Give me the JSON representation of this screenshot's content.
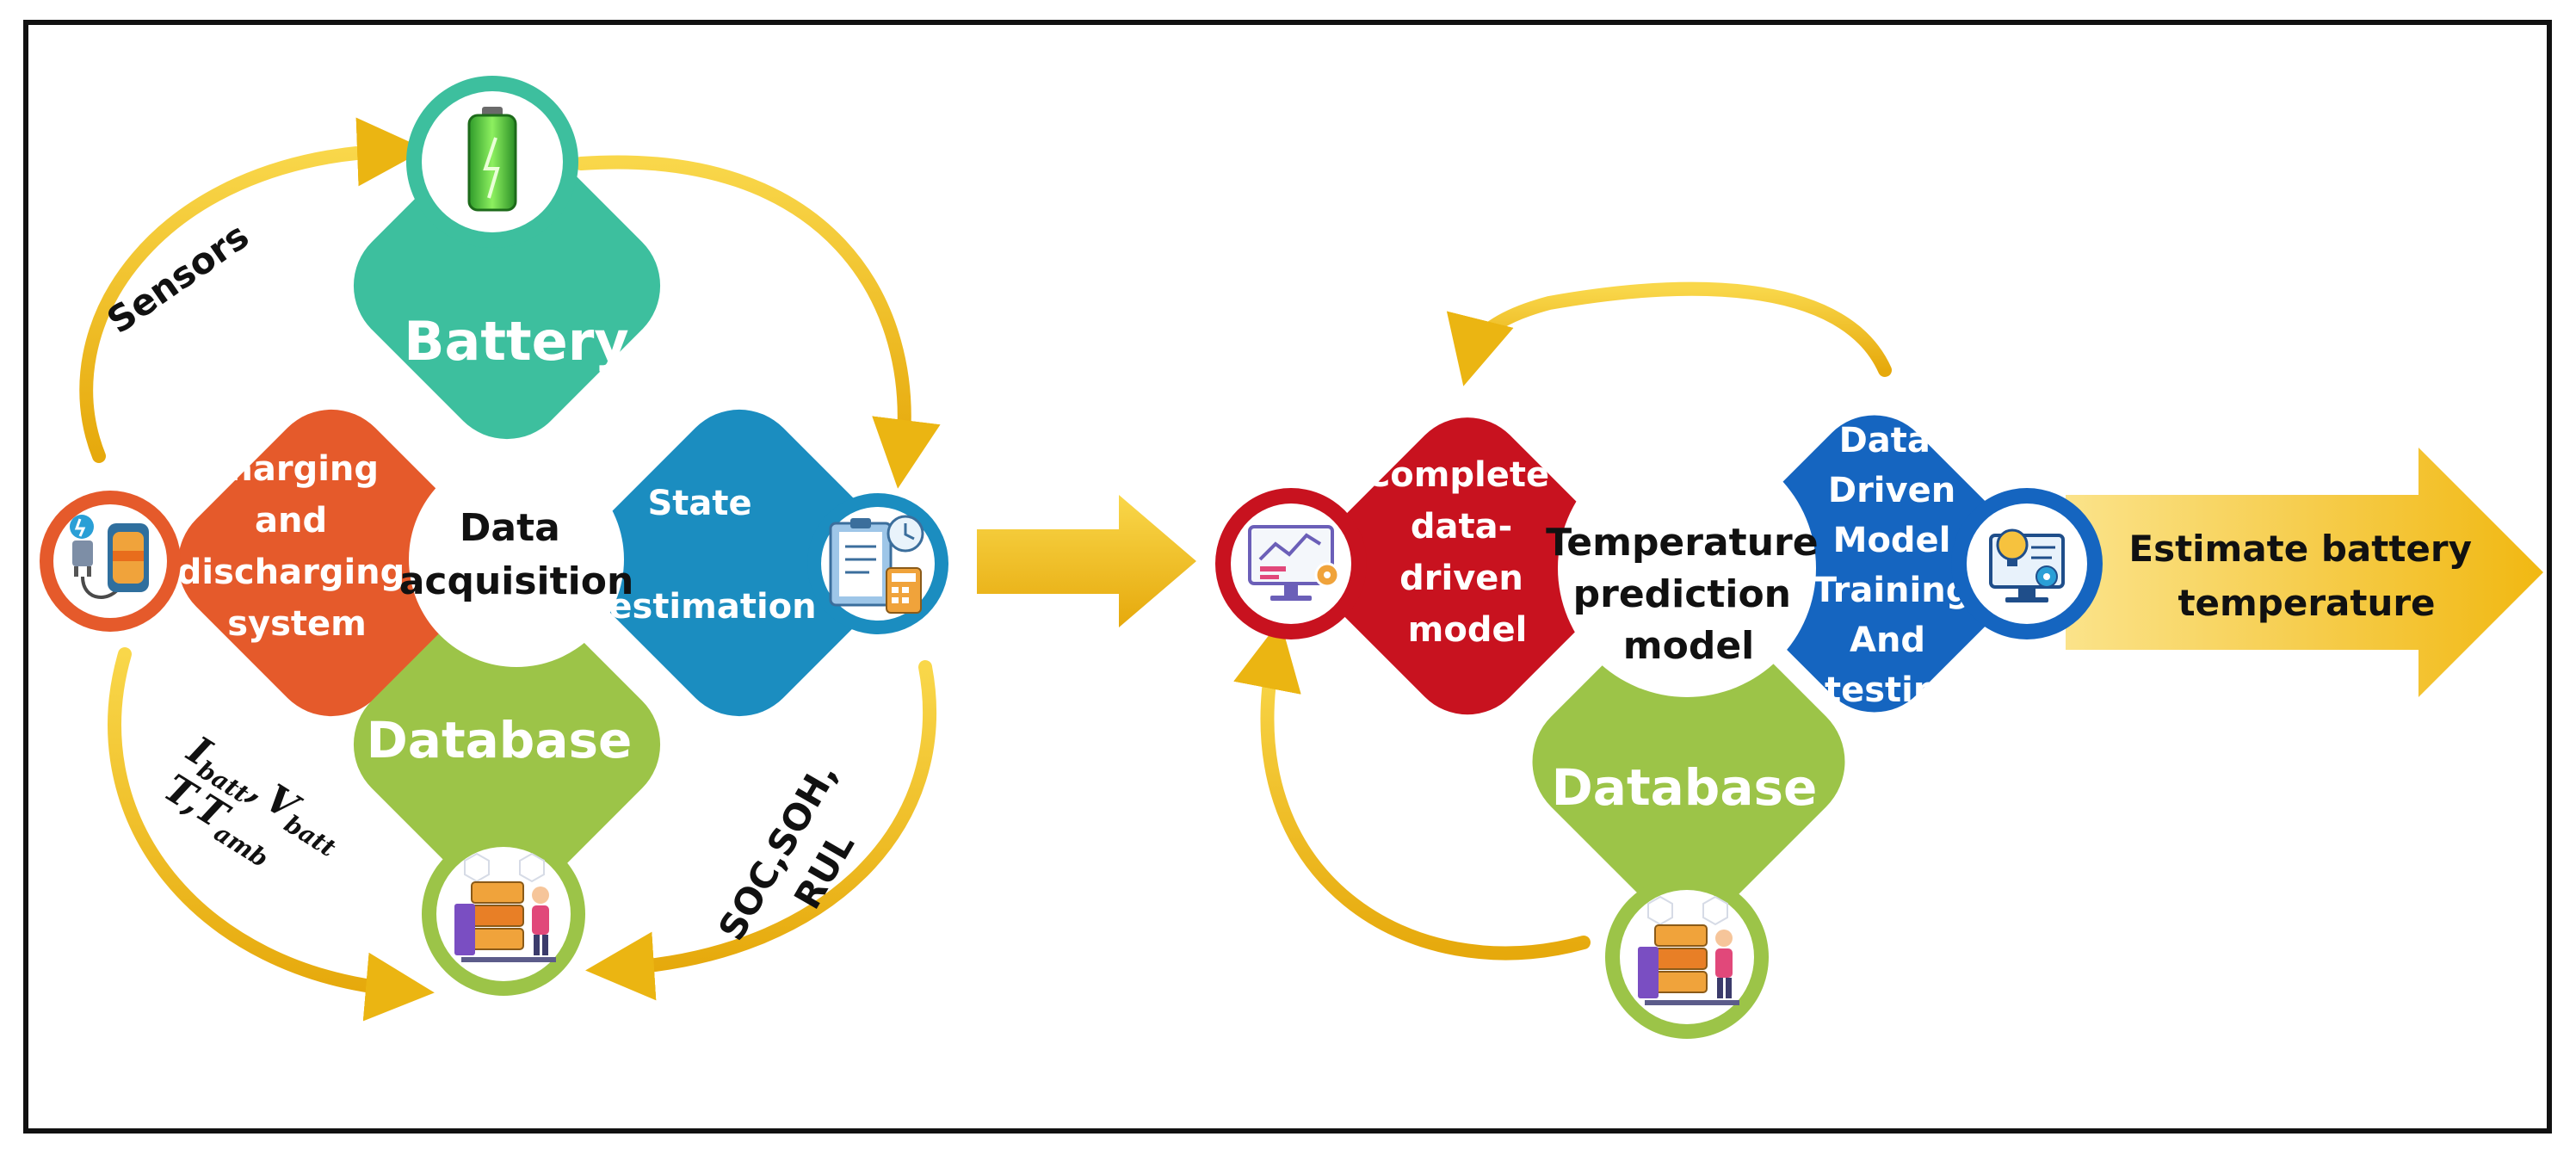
{
  "left_cycle": {
    "battery_label": "Battery",
    "charging_lines": [
      "Charging",
      "and",
      "discharging",
      "system"
    ],
    "state_lines": [
      "State",
      "estimation"
    ],
    "database_label": "Database",
    "center_lines": [
      "Data",
      "acquisition"
    ],
    "sensors_label": "Sensors",
    "soc_lines": [
      "SOC,SOH,",
      "RUL"
    ],
    "meas_line1": {
      "i": "I",
      "i_sub": "batt",
      "sep": ",",
      "v": "V",
      "v_sub": "batt"
    },
    "meas_line2": {
      "t": "T",
      "sep": ",",
      "t2": "T",
      "t2_sub": "amb"
    }
  },
  "right_cycle": {
    "complete_lines": [
      "Complete",
      "data-",
      "driven",
      "model"
    ],
    "center_lines": [
      "Temperature",
      "prediction",
      "model"
    ],
    "training_lines": [
      "Data-",
      "Driven",
      "Model",
      "Training",
      "And",
      "testing"
    ],
    "database_label": "Database",
    "output_lines": [
      "Estimate battery",
      "temperature"
    ]
  },
  "icons": {
    "battery": "green-battery-icon",
    "charger": "charger-plug-icon",
    "state": "clipboard-calculator-icon",
    "database": "database-worker-icon",
    "complete": "monitor-chart-gear-icon",
    "training": "lightbulb-monitor-gear-icon"
  },
  "colors": {
    "battery": "#3dbf9e",
    "charging": "#e55a2b",
    "state": "#1b8dc0",
    "database": "#9cc448",
    "complete": "#c8121f",
    "training": "#1565c0",
    "arrow_gold": "#f3c21a",
    "frame": "#111111"
  }
}
